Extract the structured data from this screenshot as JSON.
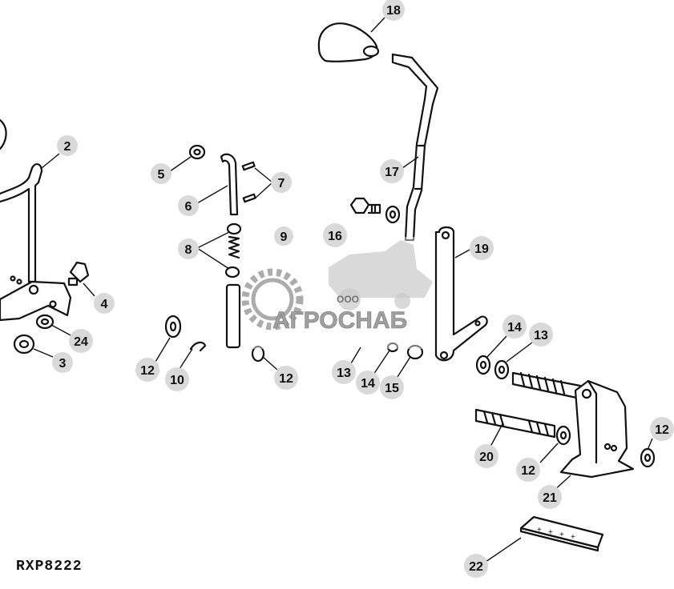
{
  "diagram": {
    "reference_code": "RXP8222",
    "watermark": {
      "small": "ООО",
      "large": "АГРОСНАБ"
    },
    "callouts": [
      {
        "id": "c18",
        "label": "18"
      },
      {
        "id": "c2",
        "label": "2"
      },
      {
        "id": "c5",
        "label": "5"
      },
      {
        "id": "c7",
        "label": "7"
      },
      {
        "id": "c6",
        "label": "6"
      },
      {
        "id": "c17",
        "label": "17"
      },
      {
        "id": "c16",
        "label": "16"
      },
      {
        "id": "c9",
        "label": "9"
      },
      {
        "id": "c8",
        "label": "8"
      },
      {
        "id": "c19",
        "label": "19"
      },
      {
        "id": "c4",
        "label": "4"
      },
      {
        "id": "c24",
        "label": "24"
      },
      {
        "id": "c3",
        "label": "3"
      },
      {
        "id": "c12a",
        "label": "12"
      },
      {
        "id": "c10",
        "label": "10"
      },
      {
        "id": "c12b",
        "label": "12"
      },
      {
        "id": "c13a",
        "label": "13"
      },
      {
        "id": "c14a",
        "label": "14"
      },
      {
        "id": "c15",
        "label": "15"
      },
      {
        "id": "c14b",
        "label": "14"
      },
      {
        "id": "c13b",
        "label": "13"
      },
      {
        "id": "c12c",
        "label": "12"
      },
      {
        "id": "c20",
        "label": "20"
      },
      {
        "id": "c12d",
        "label": "12"
      },
      {
        "id": "c21",
        "label": "21"
      },
      {
        "id": "c22",
        "label": "22"
      }
    ]
  }
}
